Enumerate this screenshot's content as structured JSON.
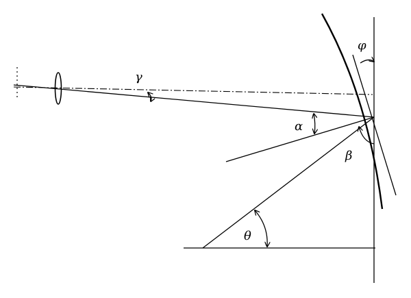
{
  "labels": {
    "phi": "φ",
    "gamma": "γ",
    "alpha": "α",
    "beta": "β",
    "theta": "θ"
  },
  "colors": {
    "stroke": "#000000",
    "background": "#ffffff"
  },
  "icons": {
    "lens": "lens-ellipse-icon",
    "arrowhead": "arrowhead-icon"
  }
}
